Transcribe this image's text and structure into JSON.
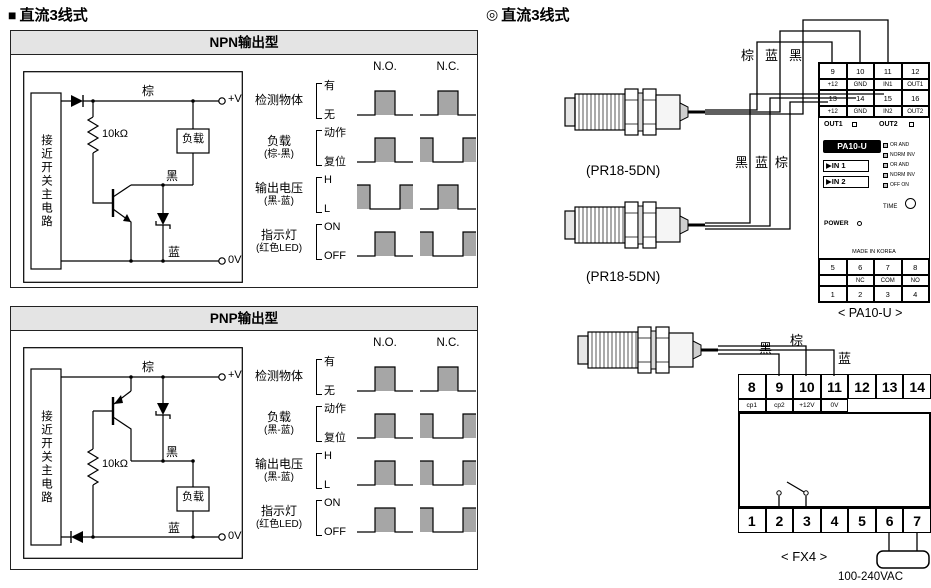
{
  "section_left": {
    "bullet": "■",
    "title": "直流3线式"
  },
  "section_right": {
    "bullet": "◎",
    "title": "直流3线式"
  },
  "npn_panel": {
    "title": "NPN输出型",
    "circuit": {
      "main_label": "接近开关主电路",
      "resistor_label": "10kΩ",
      "wire_brown": "棕",
      "wire_black": "黑",
      "wire_blue": "蓝",
      "terminal_plus": "+V",
      "terminal_zero": "0V",
      "load_label": "负载"
    },
    "timing": {
      "col_no": "N.O.",
      "col_nc": "N.C.",
      "rows": [
        {
          "label": "检测物体",
          "sub": "",
          "state_high": "有",
          "state_low": "无",
          "no": "pulse",
          "nc": "pulse"
        },
        {
          "label": "负载",
          "sub": "(棕-黑)",
          "state_high": "动作",
          "state_low": "复位",
          "no": "pulse",
          "nc": "inverted"
        },
        {
          "label": "输出电压",
          "sub": "(黑-蓝)",
          "state_high": "H",
          "state_low": "L",
          "no": "inverted",
          "nc": "pulse"
        },
        {
          "label": "指示灯",
          "sub": "(红色LED)",
          "state_high": "ON",
          "state_low": "OFF",
          "no": "pulse",
          "nc": "inverted"
        }
      ]
    }
  },
  "pnp_panel": {
    "title": "PNP输出型",
    "circuit": {
      "main_label": "接近开关主电路",
      "resistor_label": "10kΩ",
      "wire_brown": "棕",
      "wire_black": "黑",
      "wire_blue": "蓝",
      "terminal_plus": "+V",
      "terminal_zero": "0V",
      "load_label": "负载"
    },
    "timing": {
      "col_no": "N.O.",
      "col_nc": "N.C.",
      "rows": [
        {
          "label": "检测物体",
          "sub": "",
          "state_high": "有",
          "state_low": "无",
          "no": "pulse",
          "nc": "pulse"
        },
        {
          "label": "负载",
          "sub": "(黑-蓝)",
          "state_high": "动作",
          "state_low": "复位",
          "no": "pulse",
          "nc": "inverted"
        },
        {
          "label": "输出电压",
          "sub": "(黑-蓝)",
          "state_high": "H",
          "state_low": "L",
          "no": "pulse",
          "nc": "inverted"
        },
        {
          "label": "指示灯",
          "sub": "(红色LED)",
          "state_high": "ON",
          "state_low": "OFF",
          "no": "pulse",
          "nc": "inverted"
        }
      ]
    }
  },
  "sensors": {
    "sensor1_label": "(PR18-5DN)",
    "sensor2_label": "(PR18-5DN)"
  },
  "pa10u": {
    "wire_labels_top": [
      "棕",
      "蓝",
      "黑"
    ],
    "wire_labels_mid": [
      "黑",
      "蓝",
      "棕"
    ],
    "terminal_rows_top": [
      {
        "numbers": [
          "9",
          "10",
          "11",
          "12"
        ],
        "labels": [
          "+12",
          "GND",
          "IN1",
          "OUT1"
        ]
      },
      {
        "numbers": [
          "13",
          "14",
          "15",
          "16"
        ],
        "labels": [
          "+12",
          "GND",
          "IN2",
          "OUT2"
        ]
      }
    ],
    "face": {
      "out1": "OUT1",
      "out2": "OUT2",
      "model": "PA10-U",
      "in1": "▶IN 1",
      "in2": "▶IN 2",
      "dip_labels": [
        "OR AND",
        "NORM INV",
        "OR AND",
        "NORM INV",
        "OFF ON"
      ],
      "power": "POWER",
      "time": "TIME",
      "origin": "MADE IN KOREA"
    },
    "terminal_rows_bottom": [
      {
        "numbers": [
          "5",
          "6",
          "7",
          "8"
        ],
        "labels": [
          "",
          "NC",
          "COM",
          "NO"
        ]
      },
      {
        "numbers": [
          "1",
          "2",
          "3",
          "4"
        ],
        "labels": []
      }
    ],
    "caption": "< PA10-U >"
  },
  "fx4": {
    "wire_labels": [
      "黑",
      "棕",
      "蓝"
    ],
    "top_numbers": [
      "8",
      "9",
      "10",
      "11",
      "12",
      "13",
      "14"
    ],
    "top_labels": [
      "cp1",
      "cp2",
      "+12V",
      "0V",
      "",
      "",
      ""
    ],
    "bottom_numbers": [
      "1",
      "2",
      "3",
      "4",
      "5",
      "6",
      "7"
    ],
    "caption": "< FX4 >",
    "power_label": "100-240VAC"
  }
}
